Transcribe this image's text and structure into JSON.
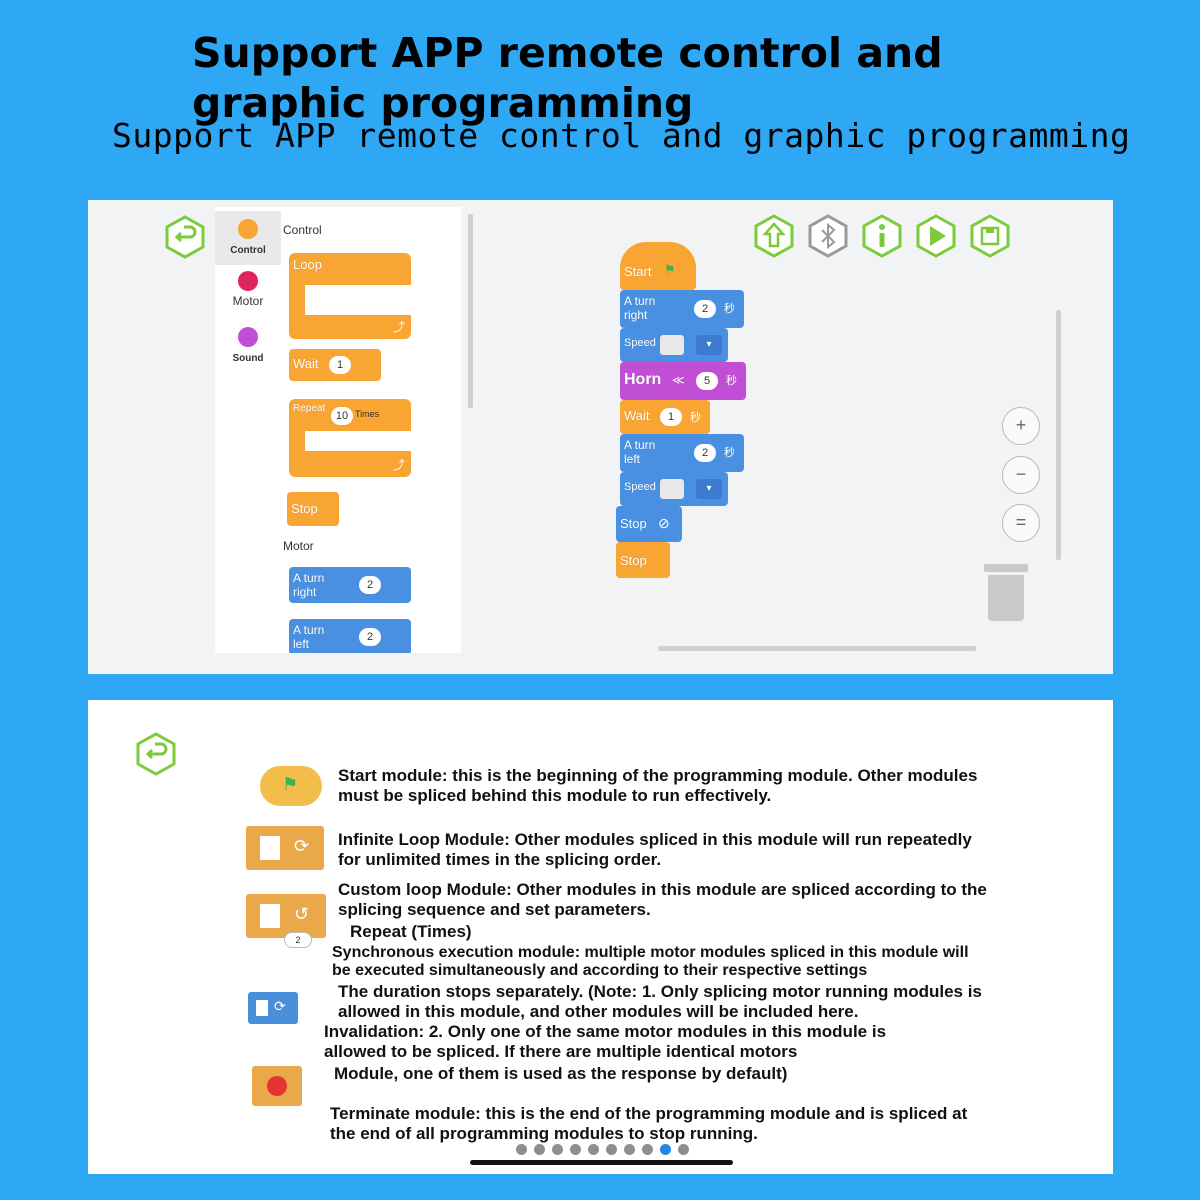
{
  "header": {
    "title": "Support APP remote control and graphic programming",
    "subtitle": "Support APP remote control and graphic programming"
  },
  "categories": [
    {
      "label": "Control",
      "icon": "control-icon",
      "color": "#f8a534"
    },
    {
      "label": "Motor",
      "icon": "motor-gear-icon",
      "color": "#e0245e"
    },
    {
      "label": "Sound",
      "icon": "speaker-icon",
      "color": "#c04fd6"
    }
  ],
  "palette": {
    "control_heading": "Control",
    "motor_heading": "Motor",
    "loop_label": "Loop",
    "wait_label": "Wait",
    "wait_value": "1",
    "repeat_label": "Repeat",
    "repeat_value": "10",
    "repeat_unit": "Times",
    "stop_label": "Stop",
    "turn_right_label": "A turn right",
    "turn_right_value": "2",
    "turn_left_label": "A turn left",
    "turn_left_value": "2"
  },
  "toolbar": {
    "icons": [
      "upload-icon",
      "bluetooth-icon",
      "info-icon",
      "play-icon",
      "save-icon"
    ]
  },
  "script": {
    "start_label": "Start",
    "turn_right_label": "A turn right",
    "turn_right_value": "2",
    "speed_label": "Speed",
    "horn_label": "Horn",
    "horn_value": "5",
    "wait_label": "Wait",
    "wait_value": "1",
    "turn_left_label": "A turn left",
    "turn_left_value": "2",
    "speed2_label": "Speed",
    "stop_motor_label": "Stop",
    "stop_label": "Stop",
    "unit": "秒"
  },
  "zoom": {
    "zoom_in": "+",
    "zoom_out": "−",
    "reset": "="
  },
  "legend": {
    "start": "Start module: this is the beginning of the programming module. Other modules must be spliced behind this module to run effectively.",
    "infinite_loop": "Infinite Loop Module: Other modules spliced in this module will run repeatedly for unlimited times in the splicing order.",
    "custom_loop": "Custom loop Module: Other modules in this module are spliced according to the splicing sequence and set parameters.",
    "repeat_times": "Repeat (Times)",
    "repeat_badge": "2",
    "sync_1": "Synchronous execution module: multiple motor modules spliced in this module will be executed simultaneously and according to their respective settings",
    "sync_2": "The duration stops separately. (Note: 1. Only splicing motor running modules is allowed in this module, and other modules will be included here.",
    "sync_3": "Invalidation: 2. Only one of the same motor modules in this module is allowed to be spliced. If there are multiple identical motors",
    "sync_4": "Module, one of them is used as the response by default)",
    "terminate": "Terminate module: this is the end of the programming module and is spliced at the end of all programming modules to stop running."
  },
  "pagination": {
    "total": 10,
    "current": 9
  }
}
